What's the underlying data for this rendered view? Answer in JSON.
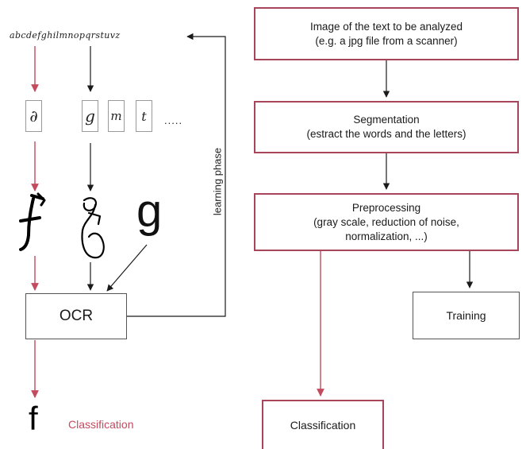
{
  "left": {
    "alphabet_strip": "abcdefghilmnopqrstuvz",
    "samples": [
      {
        "glyph": "∂"
      },
      {
        "glyph": "g"
      },
      {
        "glyph": "m"
      },
      {
        "glyph": "t"
      }
    ],
    "ellipsis": ".....",
    "normalized_glyphs": [
      "f",
      "g"
    ],
    "typed_glyph": "g",
    "learning_phase_label": "learning phase",
    "ocr_label": "OCR",
    "result_glyph": "f",
    "classification_label": "Classification"
  },
  "right": {
    "image_box": {
      "line1": "Image of the text to be analyzed",
      "line2": "(e.g. a jpg file from a scanner)"
    },
    "segmentation_box": {
      "line1": "Segmentation",
      "line2": "(estract the words and the letters)"
    },
    "preprocessing_box": {
      "line1": "Preprocessing",
      "line2": "(gray scale, reduction of noise,",
      "line3": "normalization, ...)"
    },
    "training_label": "Training",
    "classification_label": "Classification"
  },
  "colors": {
    "red": "#c44a5e",
    "box_border": "#a8455a",
    "dark": "#1a1a1a"
  }
}
